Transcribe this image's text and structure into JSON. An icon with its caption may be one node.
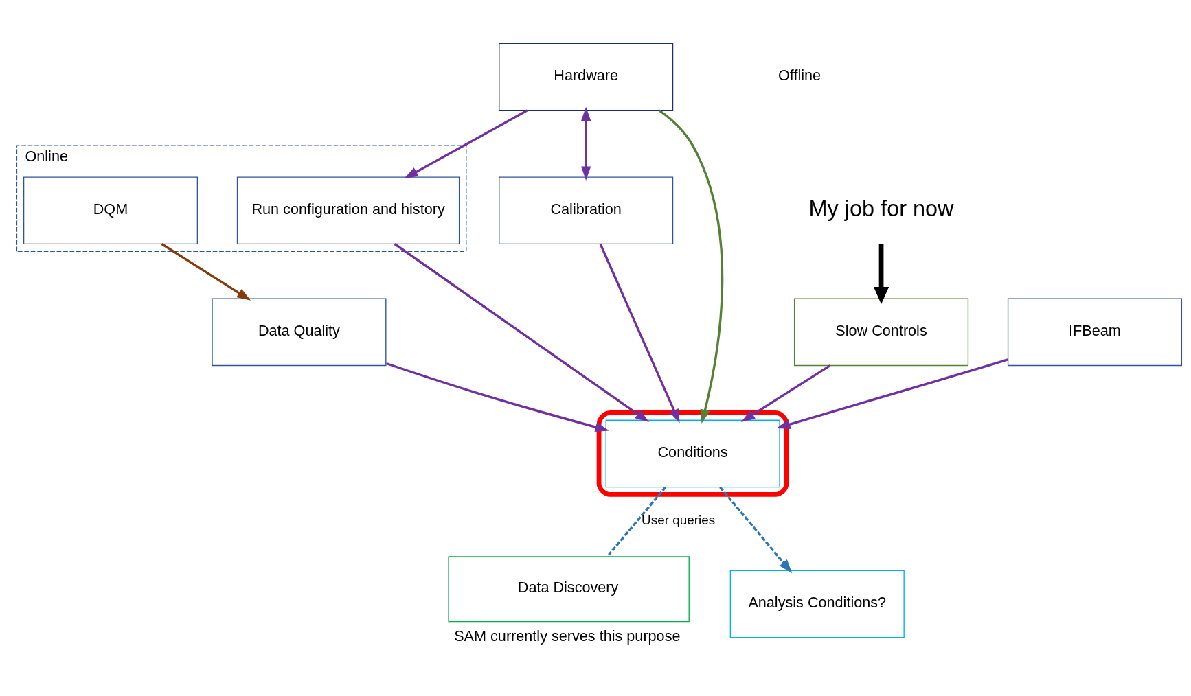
{
  "diagram": {
    "nodes": [
      {
        "text": [
          "Online"
        ]
      },
      {
        "text": [
          "DQM"
        ],
        "in": 0
      },
      {
        "text": [
          "Run configuration and history"
        ],
        "in": 0
      },
      {
        "text": [
          "Hardware"
        ]
      },
      {
        "text": [
          "Calibration"
        ]
      },
      {
        "text": [
          "Data Quality"
        ]
      },
      {
        "text": [],
        "shape": "ellipse"
      },
      {
        "text": [
          "Conditions"
        ],
        "in": 6
      },
      {
        "text": [
          "Slow Controls"
        ]
      },
      {
        "text": [
          "IFBeam"
        ]
      },
      {
        "text": [
          "Data Discovery"
        ],
        "beside": [
          "SAM currently serves this purpose"
        ]
      },
      {
        "text": [
          "Analysis Conditions?"
        ]
      },
      {
        "text": [
          "My job for now"
        ]
      }
    ],
    "edges": [
      {
        "from": 3,
        "to": 2,
        "arrow": "to"
      },
      {
        "from": 1,
        "to": 5,
        "arrow": "to",
        "color": "#843c0c"
      },
      {
        "from": 2,
        "to": 7,
        "arrow": "to"
      },
      {
        "from": 3,
        "to": 7,
        "arrow": "to",
        "color": "#548235"
      },
      {
        "from": 3,
        "to": 4,
        "arrow": "both"
      },
      {
        "from": 4,
        "to": 7,
        "arrow": "to"
      },
      {
        "from": 8,
        "to": 7,
        "arrow": "to"
      },
      {
        "from": 5,
        "to": 7,
        "arrow": "to"
      },
      {
        "from": 9,
        "to": 7,
        "arrow": "to"
      },
      {
        "from": 7,
        "to": 10,
        "arrow": "none",
        "label": "User queries",
        "style": "dashed",
        "color": "#2e75b6"
      },
      {
        "from": 7,
        "to": 11,
        "arrow": "to",
        "style": "dashed",
        "color": "#2e75b6"
      },
      {
        "from": 12,
        "to": 8,
        "arrow": "to",
        "style": "thick",
        "color": "#000000"
      }
    ],
    "labels": [
      "Offline"
    ]
  }
}
